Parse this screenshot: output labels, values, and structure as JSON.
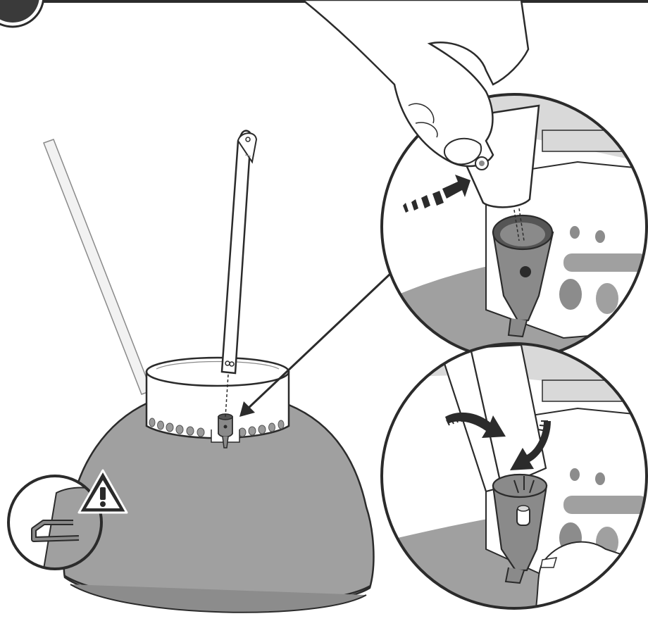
{
  "step": {
    "number": "",
    "badge_color": "#3a3a3a"
  },
  "colors": {
    "outline": "#2b2b2b",
    "bowl_fill": "#a0a0a0",
    "bowl_shade": "#8c8c8c",
    "collar_fill": "#ffffff",
    "detail_bg": "#d9d9d9",
    "warning_fill": "#ffffff"
  },
  "icons": [
    "step-badge-icon",
    "warning-triangle-icon",
    "insertion-direction-arrow-icon",
    "rotate-clockwise-arrow-icon",
    "rotate-counterclockwise-arrow-icon",
    "click-lock-icon"
  ],
  "callouts": [
    {
      "name": "detail-insert-leg",
      "description_shown": false
    },
    {
      "name": "detail-twist-lock",
      "description_shown": false
    },
    {
      "name": "detail-handle-warning",
      "description_shown": false
    }
  ]
}
